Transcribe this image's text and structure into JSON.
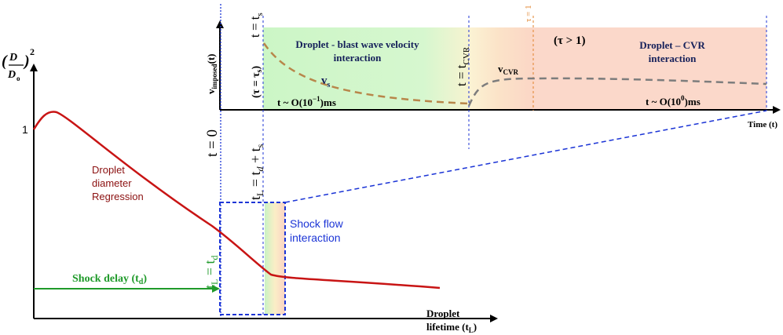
{
  "colors": {
    "red_curve": "#c81414",
    "green_text": "#1f9a2a",
    "blue_dash": "#1c35d6",
    "navy_text": "#15205a",
    "dark_red_text": "#8b1010",
    "tan_dash": "#b8864a",
    "gray_dash": "#7d7d7d",
    "orange_dash": "#e0822a",
    "green_region": "#cdf5c8",
    "peach_region": "#fbd9cd"
  },
  "main_plot": {
    "y_axis_label": "(D/D",
    "y_axis_label_sub": "o",
    "y_axis_label_close": ")",
    "y_axis_label_exp": "2",
    "y_tick_one": "1",
    "x_axis_label_line1": "Droplet",
    "x_axis_label_line2": "lifetime (t",
    "x_axis_label_sub": "L",
    "x_axis_label_close": ")",
    "curve_label_line1": "Droplet",
    "curve_label_line2": "diameter",
    "curve_label_line3": "Regression",
    "shock_delay_label": "Shock delay (t",
    "shock_delay_sub": "d",
    "shock_delay_close": ")",
    "tl_td_label": "t",
    "tl_td_sub": "L",
    "tl_td_rest": " = t",
    "tl_td_sub2": "d",
    "shock_flow_line1": "Shock flow",
    "shock_flow_line2": "interaction",
    "t_zero": "t = 0",
    "tl_tdts": "t",
    "tl_tdts_sub": "L",
    "tl_tdts_rest": " = t",
    "tl_tdts_sub2": "d",
    "tl_tdts_plus": " + t",
    "tl_tdts_sub3": "s"
  },
  "inset": {
    "y_axis_label": "v",
    "y_axis_label_sub": "imposed",
    "y_axis_label_close": "(t)",
    "x_axis_label": "Time (t)",
    "t_ts": "t = t",
    "t_ts_sub": "s",
    "tau_ts": "(τ = τ",
    "tau_ts_sub": "s",
    "tau_ts_close": ")",
    "blast_title_line1": "Droplet - blast wave velocity",
    "blast_title_line2": "interaction",
    "vs_label": "v",
    "vs_sub": "s",
    "t_order_small": "t ~ O(10",
    "t_order_small_exp": "−1",
    "t_order_small_close": ")ms",
    "t_cvr": "t = t",
    "t_cvr_sub": "CVR",
    "tau_one": "τ = 1",
    "vcvr_label": "v",
    "vcvr_sub": "CVR",
    "tau_gt_one": "(τ > 1)",
    "cvr_title_line1": "Droplet – CVR",
    "cvr_title_line2": "interaction",
    "t_order_large": "t ~ O(10",
    "t_order_large_exp": "0",
    "t_order_large_close": ")ms"
  }
}
